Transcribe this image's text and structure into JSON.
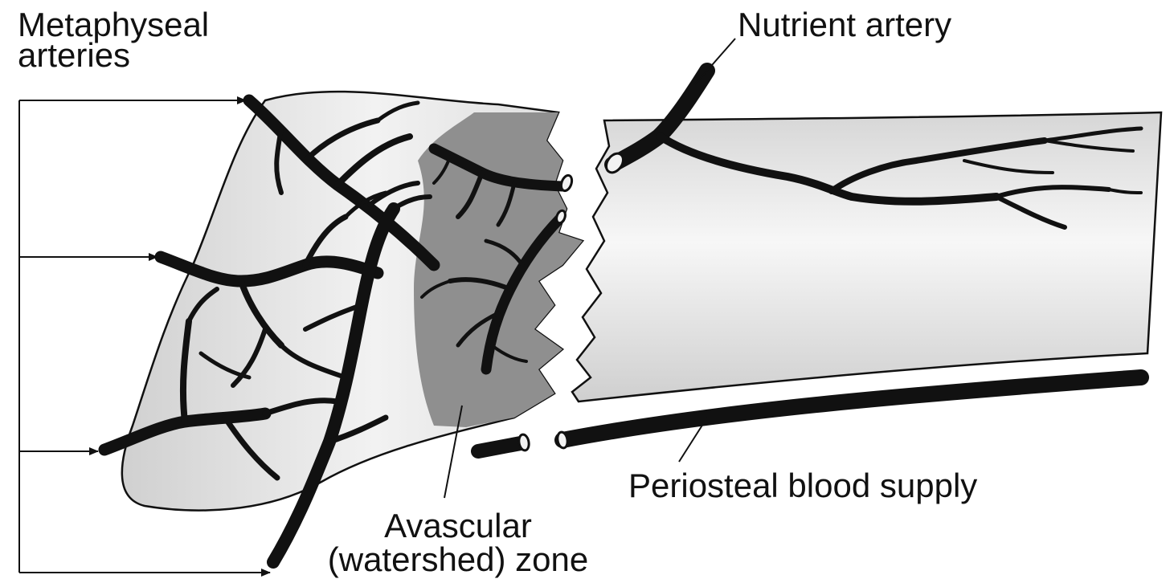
{
  "labels": {
    "metaphyseal_line1": "Metaphyseal",
    "metaphyseal_line2": "arteries",
    "nutrient": "Nutrient artery",
    "periosteal": "Periosteal blood supply",
    "avascular_line1": "Avascular",
    "avascular_line2": "(watershed) zone"
  },
  "colors": {
    "vessel": "#111111",
    "bone_light": "#e6e6e6",
    "bone_shade": "#c8c8c8",
    "avascular_zone": "#8f8f8f",
    "outline": "#111111",
    "background": "#ffffff"
  }
}
